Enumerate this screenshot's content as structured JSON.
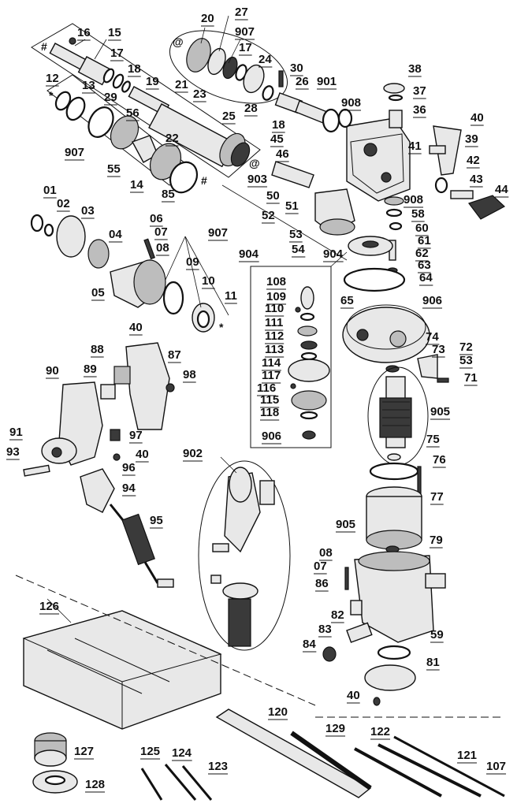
{
  "labels": {
    "l16": "16",
    "l15": "15",
    "l17a": "17",
    "l18a": "18",
    "l12": "12",
    "l13": "13",
    "l29": "29",
    "l19": "19",
    "l56": "56",
    "l907a": "907",
    "l55": "55",
    "l22": "22",
    "l14": "14",
    "l85": "85",
    "l20": "20",
    "l27": "27",
    "l907b": "907",
    "l17b": "17",
    "l24": "24",
    "l21": "21",
    "l23": "23",
    "l25": "25",
    "l28": "28",
    "l30": "30",
    "l26": "26",
    "l901": "901",
    "l908a": "908",
    "l18b": "18",
    "l45": "45",
    "l46": "46",
    "l903": "903",
    "l50": "50",
    "l51": "51",
    "l52": "52",
    "l53a": "53",
    "l54": "54",
    "l38": "38",
    "l37": "37",
    "l36": "36",
    "l40a": "40",
    "l41": "41",
    "l39": "39",
    "l42": "42",
    "l43": "43",
    "l44": "44",
    "l908b": "908",
    "l58": "58",
    "l60": "60",
    "l61": "61",
    "l62": "62",
    "l63": "63",
    "l64": "64",
    "l904a": "904",
    "l904b": "904",
    "l65": "65",
    "l906a": "906",
    "l01": "01",
    "l02": "02",
    "l03": "03",
    "l04": "04",
    "l06": "06",
    "l07a": "07",
    "l08a": "08",
    "l907c": "907",
    "l09": "09",
    "l05": "05",
    "l10": "10",
    "l11": "11",
    "l108": "108",
    "l109": "109",
    "l110": "110",
    "l111": "111",
    "l112": "112",
    "l113": "113",
    "l114": "114",
    "l117": "117",
    "l116": "116",
    "l115": "115",
    "l118": "118",
    "l906b": "906",
    "l74": "74",
    "l73": "73",
    "l72": "72",
    "l53b": "53",
    "l71": "71",
    "l905a": "905",
    "l75": "75",
    "l76": "76",
    "l77": "77",
    "l905b": "905",
    "l79": "79",
    "l08b": "08",
    "l07b": "07",
    "l86": "86",
    "l82": "82",
    "l83": "83",
    "l84": "84",
    "l59": "59",
    "l81": "81",
    "l40b": "40",
    "l40c": "40",
    "l88": "88",
    "l87": "87",
    "l89": "89",
    "l90": "90",
    "l98": "98",
    "l97": "97",
    "l91": "91",
    "l93": "93",
    "l40d": "40",
    "l96": "96",
    "l94": "94",
    "l95": "95",
    "l902": "902",
    "l126": "126",
    "l120": "120",
    "l129": "129",
    "l122": "122",
    "l127": "127",
    "l125": "125",
    "l124": "124",
    "l123": "123",
    "l121": "121",
    "l107": "107",
    "l128": "128"
  },
  "marks": {
    "hash_a": "#",
    "hash_b": "#",
    "star_a": "*",
    "star_b": "*",
    "circle_a": "@",
    "circle_b": "@"
  }
}
